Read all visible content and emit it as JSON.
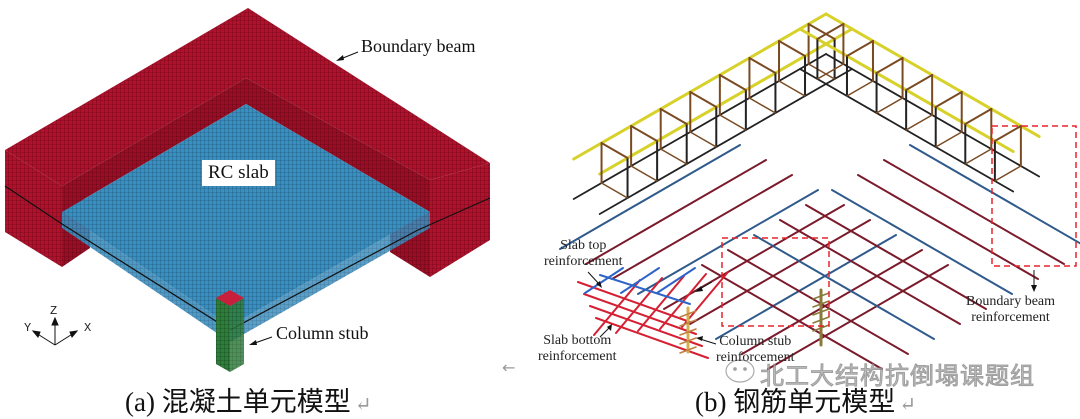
{
  "panel_a": {
    "caption": "(a) 混凝土单元模型",
    "labels": {
      "boundary_beam": "Boundary beam",
      "rc_slab": "RC slab",
      "column_stub": "Column stub"
    },
    "axes": {
      "x": "X",
      "y": "Y",
      "z": "Z"
    },
    "colors": {
      "beam": "#b0122c",
      "slab": "#3a8fc0",
      "column": "#2e7d3a",
      "column_top": "#c8203c"
    }
  },
  "panel_b": {
    "caption": "(b) 钢筋单元模型",
    "labels": {
      "slab_top": [
        "Slab top",
        "reinforcement"
      ],
      "slab_bottom": [
        "Slab bottom",
        "reinforcement"
      ],
      "column_stub": [
        "Column stub",
        "reinforcement"
      ],
      "boundary_beam": [
        "Boundary beam",
        "reinforcement"
      ]
    },
    "colors": {
      "long_bar": "#d7d12a",
      "stirrup": "#7a4a22",
      "slab_top": "#2f5a8c",
      "slab_bottom": "#7a1a2a",
      "highlight": "#e8232a",
      "detail_red": "#d42032",
      "detail_blue": "#2e64c8"
    }
  },
  "return_mark": "↵",
  "back_arrow": "←",
  "watermark": "北工大结构抗倒塌课题组"
}
